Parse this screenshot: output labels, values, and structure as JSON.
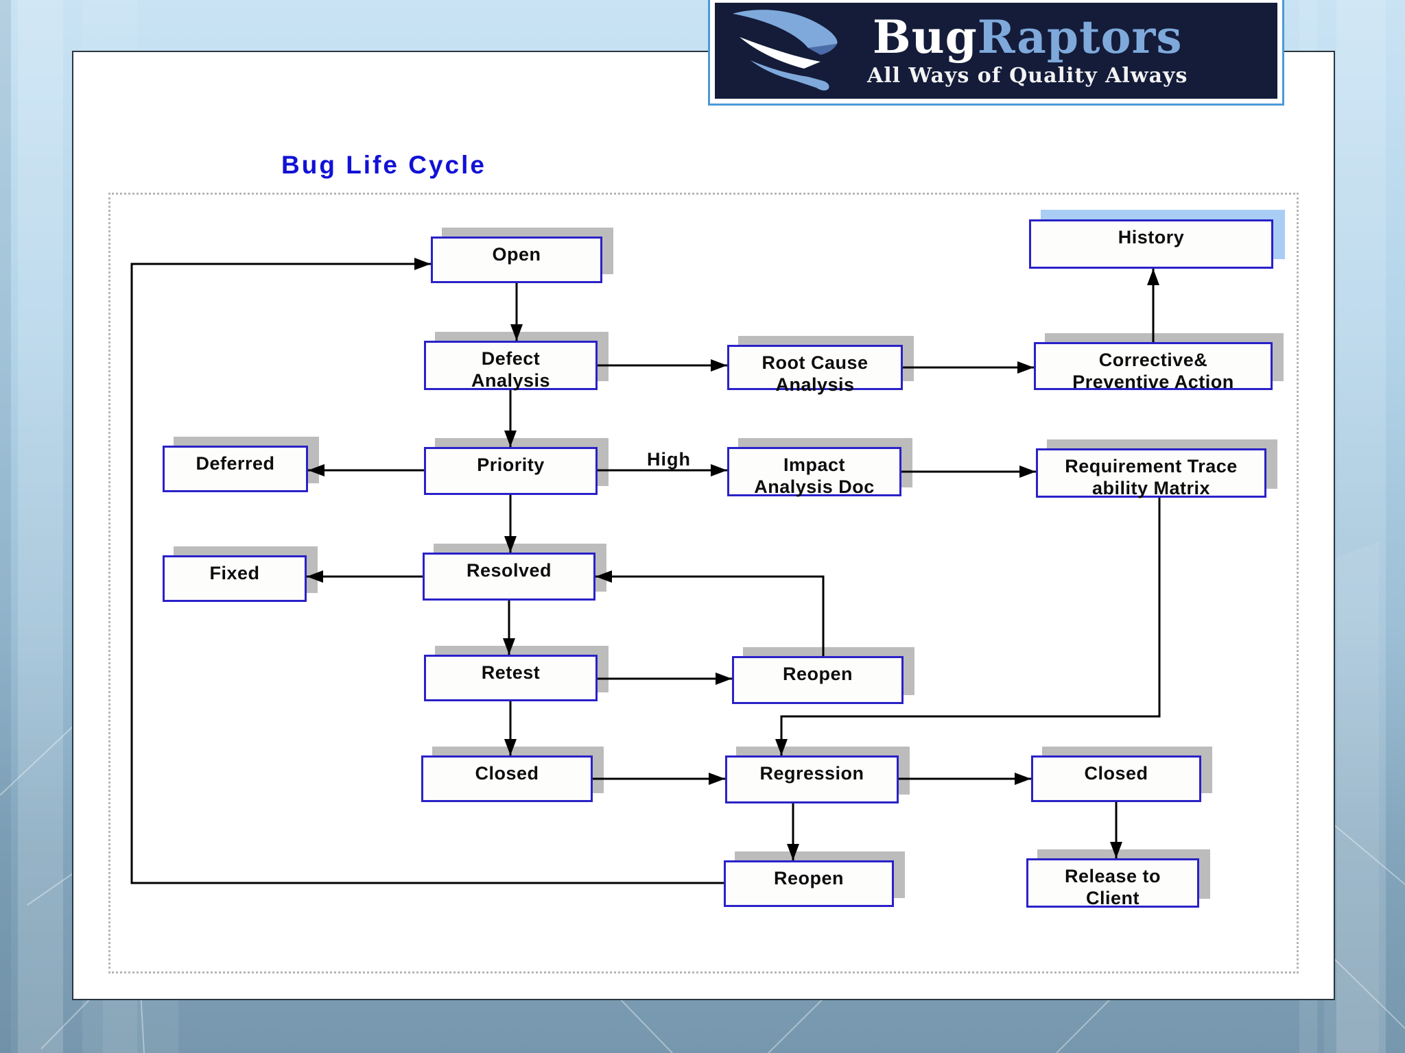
{
  "logo": {
    "brand_primary": "Bug",
    "brand_secondary": "Raptors",
    "tagline": "All Ways of Quality Always"
  },
  "slide": {
    "title": "Bug Life Cycle"
  },
  "diagram": {
    "edge_labels": {
      "priority_to_impact": "High"
    },
    "nodes": {
      "open": {
        "label": "Open"
      },
      "history": {
        "label": "History"
      },
      "defect_analysis": {
        "label": "Defect\nAnalysis"
      },
      "root_cause_analysis": {
        "label": "Root Cause\nAnalysis"
      },
      "corrective_preventive_action": {
        "label": "Corrective&\nPreventive Action"
      },
      "deferred": {
        "label": "Deferred"
      },
      "priority": {
        "label": "Priority"
      },
      "impact_analysis_doc": {
        "label": "Impact\nAnalysis Doc"
      },
      "requirement_traceability_matrix": {
        "label": "Requirement Trace\nability Matrix"
      },
      "fixed": {
        "label": "Fixed"
      },
      "resolved": {
        "label": "Resolved"
      },
      "retest": {
        "label": "Retest"
      },
      "reopen_top": {
        "label": "Reopen"
      },
      "closed_left": {
        "label": "Closed"
      },
      "regression": {
        "label": "Regression"
      },
      "closed_right": {
        "label": "Closed"
      },
      "reopen_bottom": {
        "label": "Reopen"
      },
      "release_to_client": {
        "label": "Release to\nClient"
      }
    }
  },
  "colors": {
    "title_blue": "#1111d6",
    "node_border_blue": "#2a21c8",
    "node_shadow_gray": "#bcbcbc",
    "history_shadow_blue": "#a9cdf5",
    "logo_navy": "#141c3a",
    "logo_light_blue": "#7fa9db",
    "connector_black": "#000000"
  }
}
